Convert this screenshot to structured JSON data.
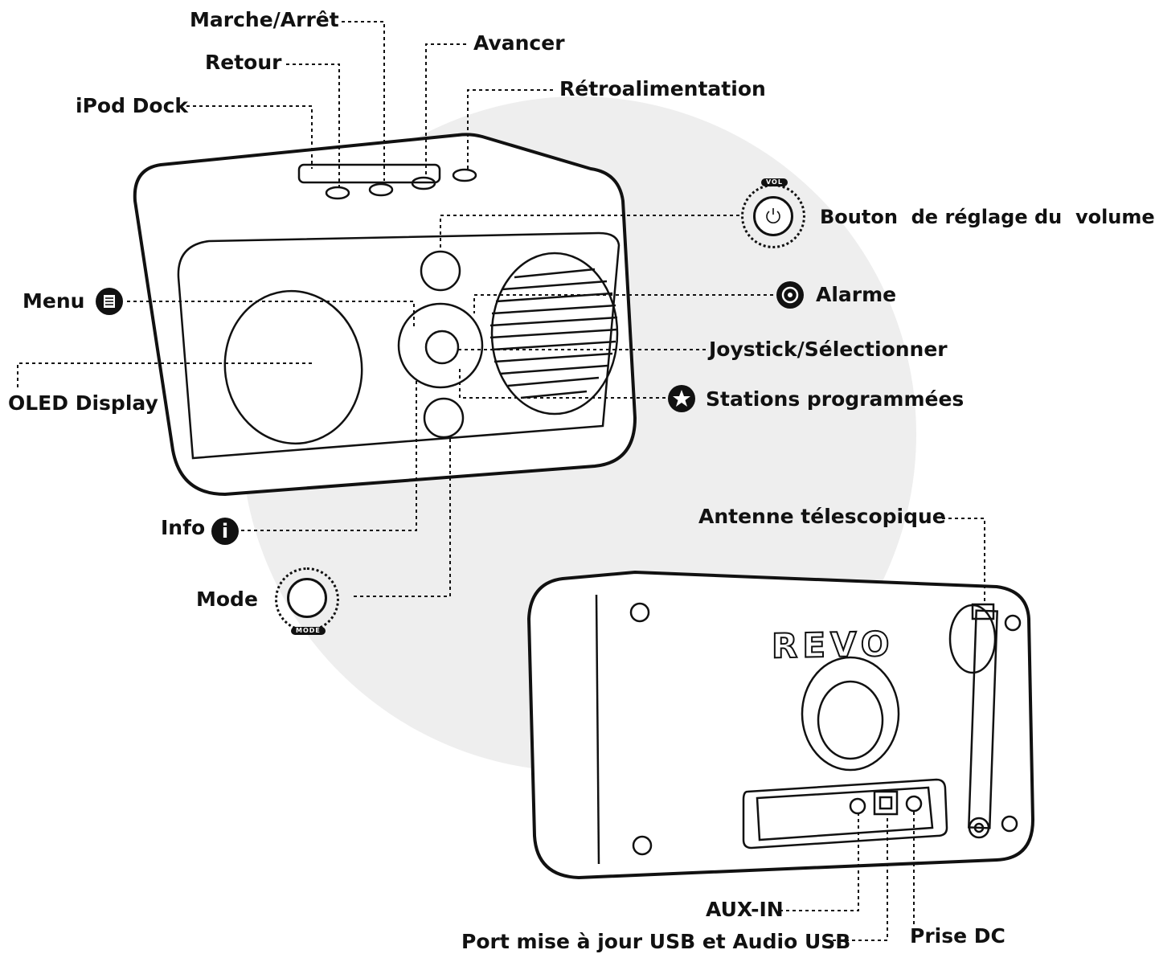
{
  "labels": {
    "marche_arret": "Marche/Arrêt",
    "retour": "Retour",
    "avancer": "Avancer",
    "ipod_dock": "iPod Dock",
    "retroalimentation": "Rétroalimentation",
    "bouton_volume": "Bouton  de réglage du  volume",
    "menu": "Menu",
    "alarme": "Alarme",
    "joystick": "Joystick/Sélectionner",
    "oled_display": "OLED Display",
    "stations": "Stations programmées",
    "info": "Info",
    "mode": "Mode",
    "antenne": "Antenne télescopique",
    "aux_in": "AUX-IN",
    "port_usb": "Port mise à jour USB et Audio USB",
    "prise_dc": "Prise DC"
  },
  "knob_tags": {
    "vol": "VOL",
    "mode": "MODE"
  },
  "brand": {
    "logo": "REVO"
  },
  "icons": {
    "menu": "menu-list-icon",
    "alarme": "alarm-icon",
    "stations": "star-icon",
    "info": "info-icon",
    "volume": "power-icon"
  },
  "colors": {
    "ink": "#111111",
    "backdrop": "#eeeeee",
    "paper": "#ffffff"
  }
}
